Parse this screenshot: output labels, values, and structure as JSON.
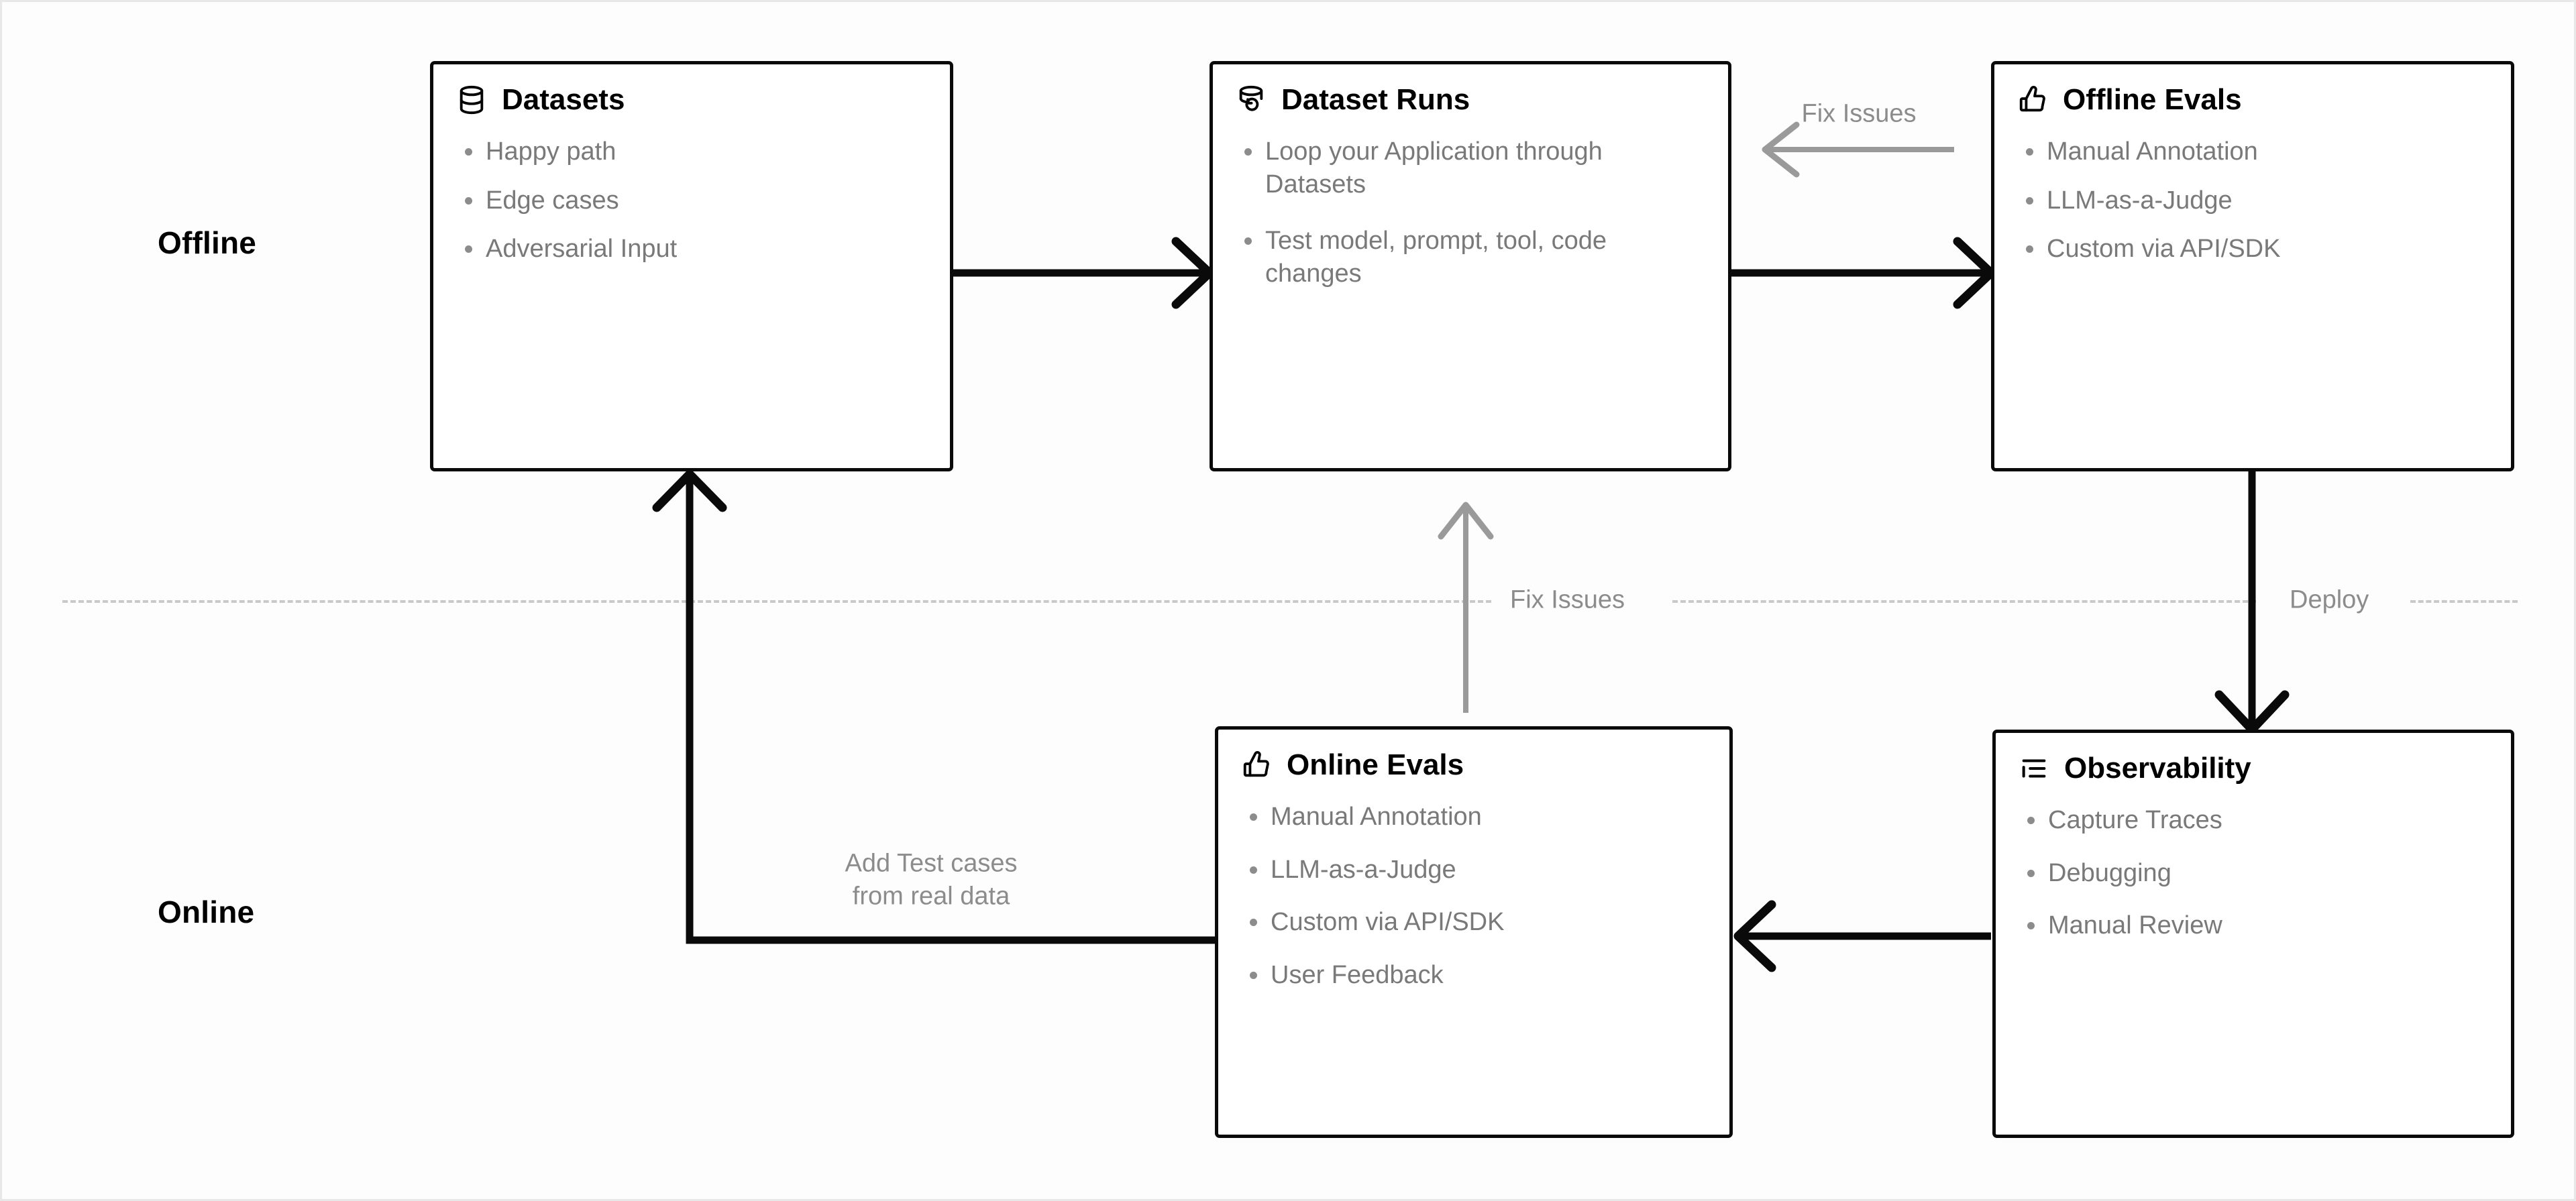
{
  "lanes": [
    {
      "id": "offline",
      "label": "Offline"
    },
    {
      "id": "online",
      "label": "Online"
    }
  ],
  "divider": {
    "labels": [
      {
        "id": "fix-issues",
        "text": "Fix Issues"
      },
      {
        "id": "deploy",
        "text": "Deploy"
      }
    ]
  },
  "nodes": [
    {
      "id": "datasets",
      "title": "Datasets",
      "icon": "database-icon",
      "items": [
        "Happy path",
        "Edge cases",
        "Adversarial Input"
      ]
    },
    {
      "id": "dataset-runs",
      "title": "Dataset Runs",
      "icon": "database-refresh-icon",
      "items": [
        "Loop your Application through Datasets",
        "Test model, prompt, tool, code changes"
      ]
    },
    {
      "id": "offline-evals",
      "title": "Offline Evals",
      "icon": "thumbs-up-icon",
      "items": [
        "Manual Annotation",
        "LLM-as-a-Judge",
        "Custom via API/SDK"
      ]
    },
    {
      "id": "online-evals",
      "title": "Online Evals",
      "icon": "thumbs-up-icon",
      "items": [
        "Manual Annotation",
        "LLM-as-a-Judge",
        "Custom via API/SDK",
        "User Feedback"
      ]
    },
    {
      "id": "observability",
      "title": "Observability",
      "icon": "list-tree-icon",
      "items": [
        "Capture Traces",
        "Debugging",
        "Manual Review"
      ]
    }
  ],
  "edges": [
    {
      "id": "datasets-to-runs",
      "label": ""
    },
    {
      "id": "runs-to-offline-evals",
      "label": ""
    },
    {
      "id": "offline-evals-to-runs",
      "label": "Fix Issues"
    },
    {
      "id": "offline-evals-to-observability",
      "label": "Deploy"
    },
    {
      "id": "observability-to-online-evals",
      "label": ""
    },
    {
      "id": "online-evals-to-datasets",
      "label": "Add Test cases\nfrom real data"
    },
    {
      "id": "online-evals-to-runs",
      "label": "Fix Issues"
    }
  ],
  "colors": {
    "node_border": "#0a0a0a",
    "node_title": "#000000",
    "list_text": "#797979",
    "muted": "#8c8c8c",
    "divider": "#c9c9c9",
    "flow_arrow": "#0a0a0a",
    "feedback_arrow": "#9a9a9a",
    "background": "#fdfdfd"
  }
}
